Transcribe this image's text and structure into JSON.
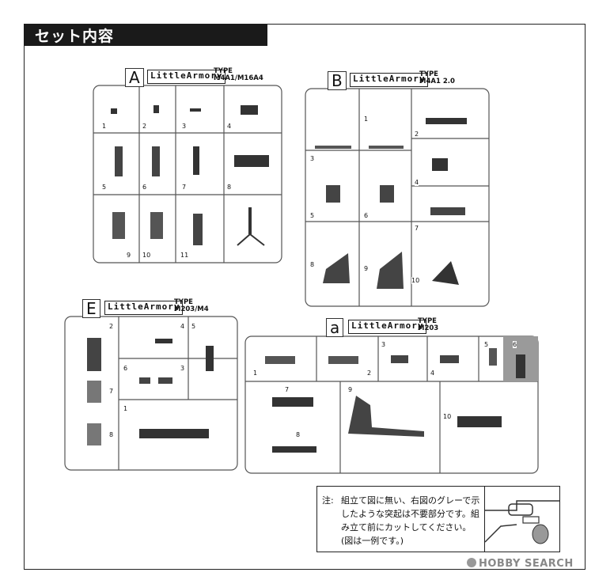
{
  "title": "セット内容",
  "sprues": [
    {
      "letter": "A",
      "logo": "LittleArmory",
      "type_line1": "TYPE",
      "type_line2": "M4A1/M16A4",
      "numbers": [
        "1",
        "2",
        "3",
        "4",
        "5",
        "6",
        "7",
        "8",
        "9",
        "10",
        "11"
      ]
    },
    {
      "letter": "B",
      "logo": "LittleArmory",
      "type_line1": "TYPE",
      "type_line2": "M4A1 2.0",
      "numbers": [
        "1",
        "2",
        "3",
        "4",
        "5",
        "6",
        "7",
        "8",
        "9",
        "10"
      ]
    },
    {
      "letter": "E",
      "logo": "LittleArmory",
      "type_line1": "TYPE",
      "type_line2": "M203/M4",
      "numbers": [
        "1",
        "2",
        "3",
        "4",
        "5",
        "6",
        "7",
        "8"
      ]
    },
    {
      "letter": "a",
      "logo": "LittleArmory",
      "type_line1": "TYPE",
      "type_line2": "M203",
      "numbers": [
        "1",
        "2",
        "3",
        "4",
        "5",
        "6",
        "7",
        "8",
        "9",
        "10"
      ]
    }
  ],
  "note": {
    "label": "注:",
    "text": "組立て図に無い、右図のグレーで示したような突起は不要部分です。組み立て前にカットしてください。(図は一例です。)"
  },
  "watermark": "HOBBY SEARCH",
  "colors": {
    "title_bg": "#1a1a1a",
    "highlight": "#9a9a9a",
    "runner": "#555555"
  }
}
